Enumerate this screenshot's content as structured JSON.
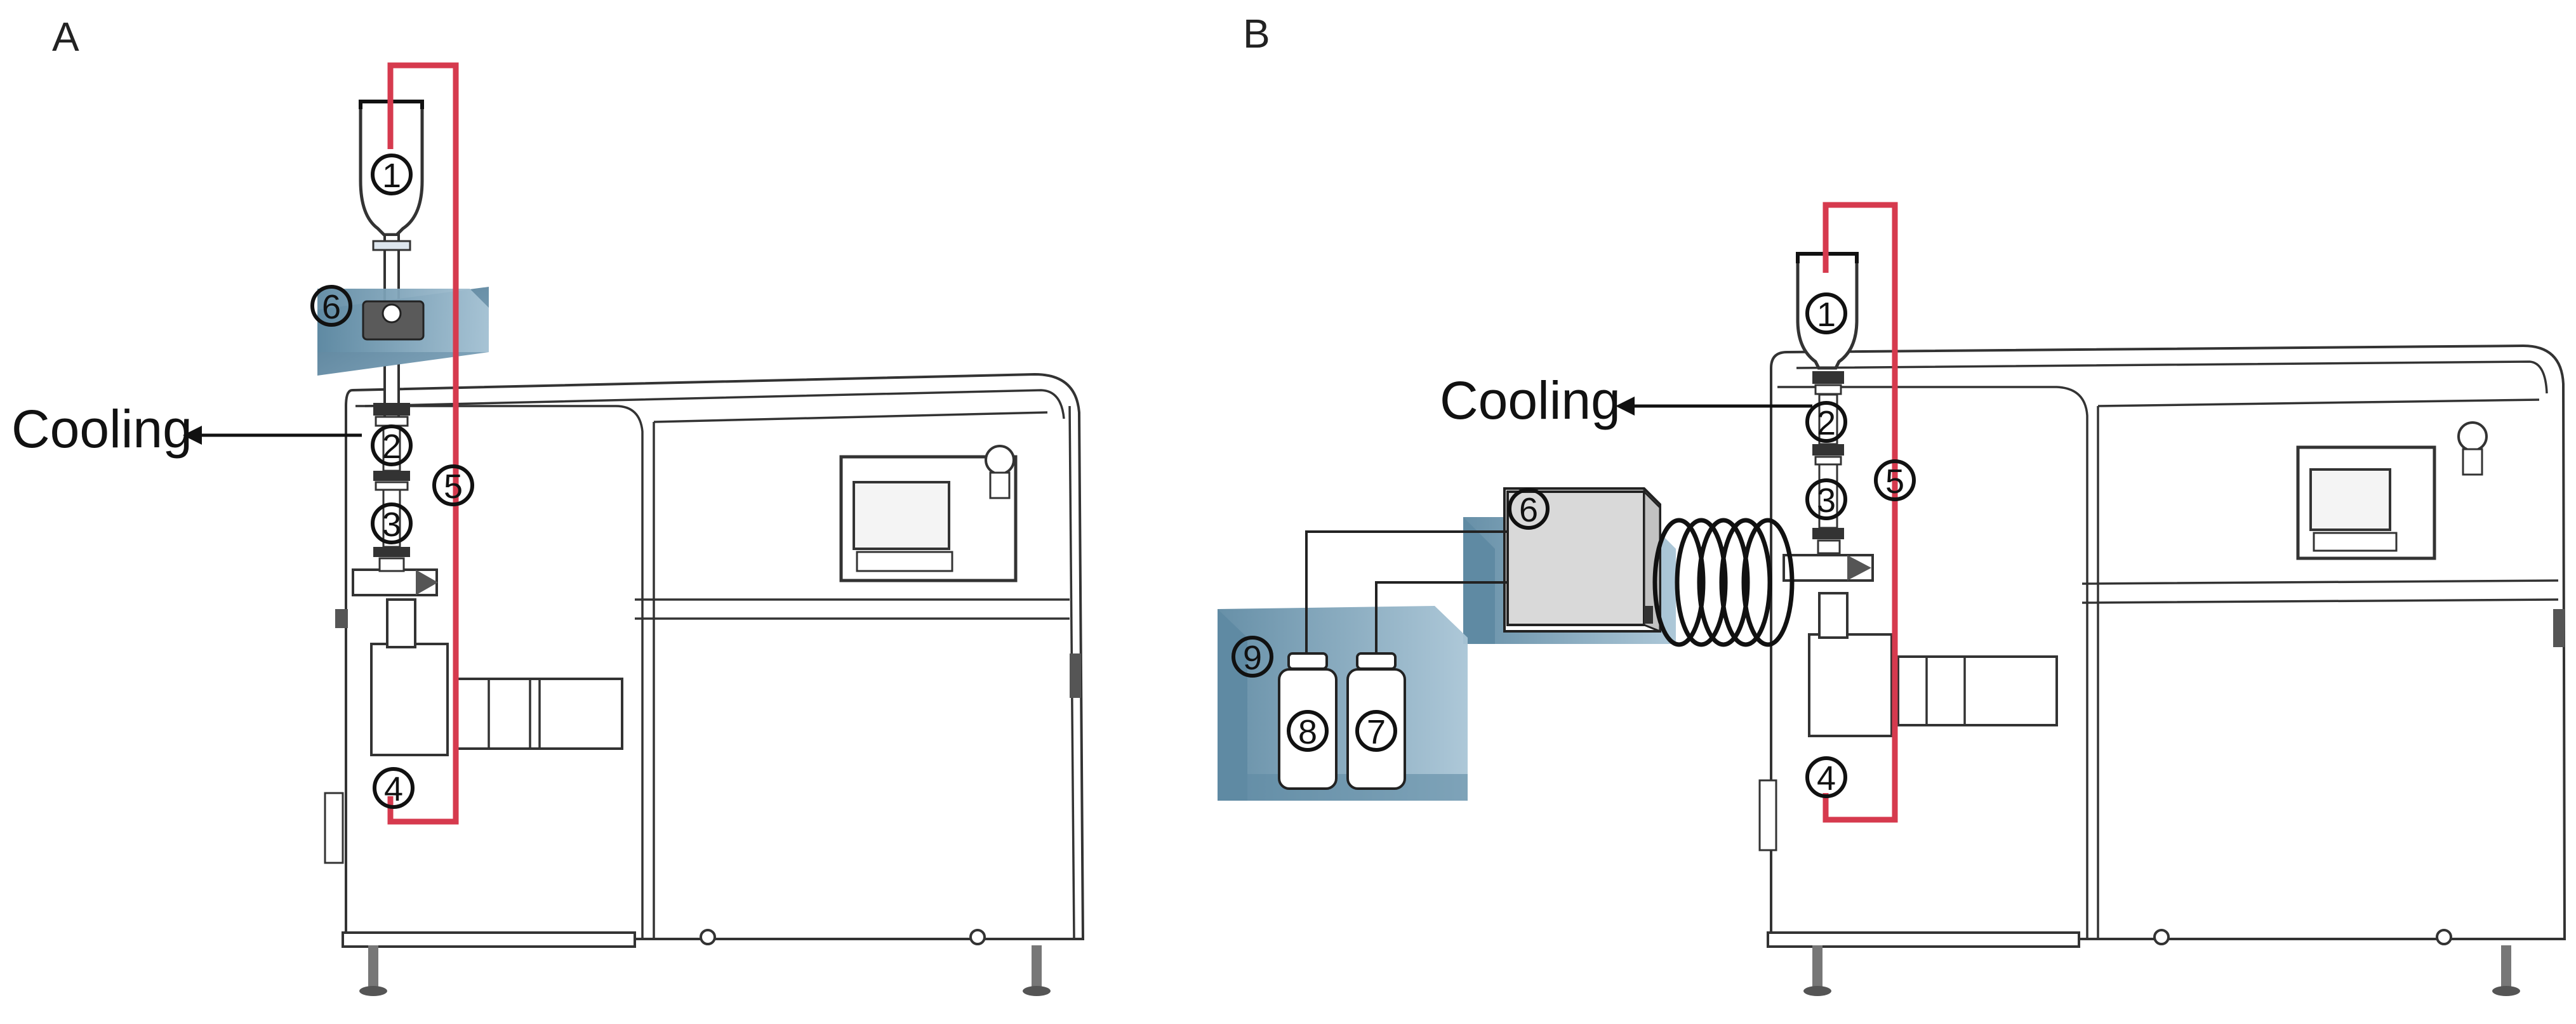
{
  "panels": [
    {
      "label": "A",
      "cooling_label": "Cooling",
      "markers": [
        "1",
        "2",
        "3",
        "4",
        "5",
        "6"
      ]
    },
    {
      "label": "B",
      "cooling_label": "Cooling",
      "markers": [
        "1",
        "2",
        "3",
        "4",
        "5",
        "6",
        "7",
        "8",
        "9"
      ]
    }
  ],
  "colors": {
    "tubing": "#d63a4e",
    "cooling_block": "#7fa7bd",
    "machine_outline": "#333333",
    "chiller_unit": "#d9d9d9"
  }
}
